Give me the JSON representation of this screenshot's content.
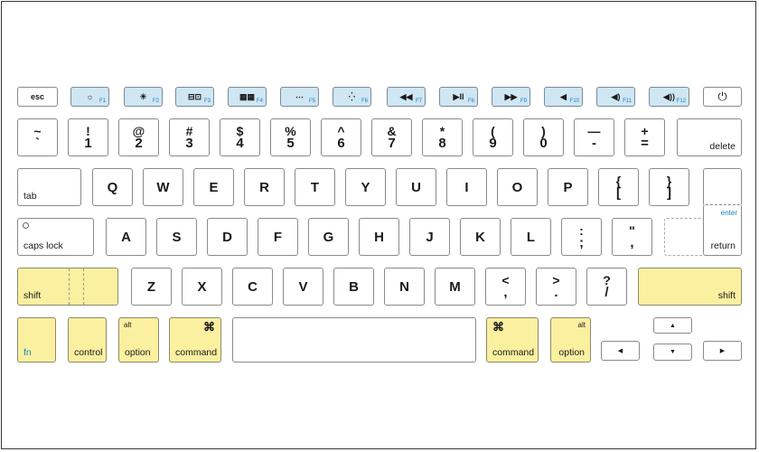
{
  "colors": {
    "function_key_fill": "#cfe6f3",
    "modifier_key_fill": "#fbf0a0",
    "fn_label": "#1a7fc1"
  },
  "function_row": {
    "esc": "esc",
    "keys": [
      {
        "icon": "☼",
        "num": "F1"
      },
      {
        "icon": "☀",
        "num": "F2"
      },
      {
        "icon": "⊟⊡",
        "num": "F3"
      },
      {
        "icon": "▦▦",
        "num": "F4"
      },
      {
        "icon": "⋯",
        "num": "F5"
      },
      {
        "icon": "⁛",
        "num": "F6"
      },
      {
        "icon": "◀◀",
        "num": "F7"
      },
      {
        "icon": "▶II",
        "num": "F8"
      },
      {
        "icon": "▶▶",
        "num": "F9"
      },
      {
        "icon": "◀",
        "num": "F10"
      },
      {
        "icon": "◀)",
        "num": "F11"
      },
      {
        "icon": "◀))",
        "num": "F12"
      }
    ],
    "power_icon": "⏻"
  },
  "number_row": {
    "keys": [
      {
        "top": "~",
        "bottom": "`"
      },
      {
        "top": "!",
        "bottom": "1"
      },
      {
        "top": "@",
        "bottom": "2"
      },
      {
        "top": "#",
        "bottom": "3"
      },
      {
        "top": "$",
        "bottom": "4"
      },
      {
        "top": "%",
        "bottom": "5"
      },
      {
        "top": "^",
        "bottom": "6"
      },
      {
        "top": "&",
        "bottom": "7"
      },
      {
        "top": "*",
        "bottom": "8"
      },
      {
        "top": "(",
        "bottom": "9"
      },
      {
        "top": ")",
        "bottom": "0"
      },
      {
        "top": "—",
        "bottom": "-"
      },
      {
        "top": "+",
        "bottom": "="
      }
    ],
    "delete": "delete"
  },
  "qwerty_row": {
    "tab": "tab",
    "letters": [
      "Q",
      "W",
      "E",
      "R",
      "T",
      "Y",
      "U",
      "I",
      "O",
      "P"
    ],
    "brackets": [
      {
        "top": "{",
        "bottom": "["
      },
      {
        "top": "}",
        "bottom": "]"
      }
    ]
  },
  "home_row": {
    "caps_lock": "caps lock",
    "letters": [
      "A",
      "S",
      "D",
      "F",
      "G",
      "H",
      "J",
      "K",
      "L"
    ],
    "punct": [
      {
        "top": ":",
        "bottom": ";"
      },
      {
        "top": "\"",
        "bottom": ","
      }
    ],
    "enter": "enter",
    "return": "return"
  },
  "bottom_letter_row": {
    "shift": "shift",
    "letters": [
      "Z",
      "X",
      "C",
      "V",
      "B",
      "N",
      "M"
    ],
    "punct": [
      {
        "top": "<",
        "bottom": ","
      },
      {
        "top": ">",
        "bottom": "."
      },
      {
        "top": "?",
        "bottom": "/"
      }
    ]
  },
  "modifier_row": {
    "fn": "fn",
    "control": "control",
    "alt": "alt",
    "option": "option",
    "command_glyph": "⌘",
    "command": "command",
    "arrows": {
      "up": "▲",
      "left": "◀",
      "down": "▼",
      "right": "▶"
    }
  }
}
